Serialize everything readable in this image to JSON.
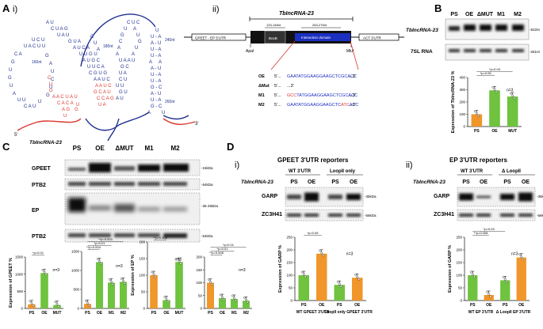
{
  "panels": {
    "A": "A",
    "A_i": "i)",
    "A_ii": "ii)",
    "B": "B",
    "C": "C",
    "D": "D",
    "D_i": "i)",
    "D_ii": "ii)"
  },
  "structure": {
    "labels": {
      "n160": "160nt",
      "n180": "180nt",
      "n240": "240nt",
      "n260": "260nt",
      "five": "5'",
      "three": "3'"
    }
  },
  "gene_map": {
    "title": "TbIncRNA-23",
    "gpeet": "GPEET - EP 5'UTR",
    "boxb": "BoxB",
    "boxb_range": "133-148nt",
    "interaction": "Interaction domain",
    "interaction_range": "263-276nt",
    "act": "ACT 3'UTR",
    "apai": "ApaI",
    "mlui": "MluI",
    "seqs": [
      {
        "label": "OE",
        "p5": "5'...",
        "seq": "GAATATGGAAGGAAGCTCGCACC",
        "p3": "...3'"
      },
      {
        "label": "ΔMut",
        "p5": "5'...",
        "seq": "",
        "p3": "...3'"
      },
      {
        "label": "M1",
        "p5": "5'...",
        "seq": "GCCTATGGAAGGAAGCTCGCACC",
        "p3": "...3'"
      },
      {
        "label": "M2",
        "p5": "5'...",
        "seq": "GAATATGGAAGGAAGCTCATCACC",
        "p3": "...3'"
      }
    ]
  },
  "panel_B": {
    "lanes": [
      "PS",
      "OE",
      "ΔMUT",
      "M1",
      "M2"
    ],
    "row1": "TbIncRNA-23",
    "row2": "7SL RNA",
    "size1": "-622nt",
    "size2": "-261nt",
    "chart_data": {
      "type": "bar",
      "categories": [
        "PS",
        "OE",
        "MUT"
      ],
      "values": [
        100,
        295,
        245
      ],
      "colors": [
        "#f0962a",
        "#6fc33f",
        "#6fc33f"
      ],
      "ylabel": "Expression of TbIncRNA-23 %",
      "ylim": [
        0,
        400
      ],
      "yticks": [
        0,
        100,
        200,
        300,
        400
      ],
      "n": "n=3",
      "sig": [
        "*p=0.05",
        "*p=0.03"
      ]
    }
  },
  "panel_C": {
    "title": "TbIncRNA-23",
    "lanes": [
      "PS",
      "OE",
      "ΔMUT",
      "M1",
      "M2"
    ],
    "rows": [
      "GPEET",
      "PTB2",
      "EP",
      "PTB2"
    ],
    "sizes": [
      "-15kDa",
      "-54kDa",
      "-35-45kDa",
      "-54kDa"
    ],
    "charts": [
      {
        "type": "bar",
        "categories": [
          "PS",
          "OE",
          "MUT"
        ],
        "values": [
          120,
          1030,
          100
        ],
        "colors": [
          "#f0962a",
          "#6fc33f",
          "#6fc33f"
        ],
        "ylabel": "Expression of GPEET %",
        "ylim": [
          0,
          1500
        ],
        "yticks": [
          0,
          500,
          1000,
          1500
        ],
        "n": "n=3",
        "sig": [
          "*p=0.01"
        ]
      },
      {
        "type": "bar",
        "categories": [
          "PS",
          "OE",
          "M1",
          "M2"
        ],
        "values": [
          120,
          1220,
          680,
          700
        ],
        "colors": [
          "#f0962a",
          "#6fc33f",
          "#6fc33f",
          "#6fc33f"
        ],
        "ylabel": "",
        "ylim": [
          0,
          1500
        ],
        "yticks": [
          0,
          500,
          1000,
          1500
        ],
        "n": "n=3",
        "sig": [
          "**p=0.004",
          "*p=0.01",
          "**p=0.003"
        ]
      },
      {
        "type": "bar",
        "categories": [
          "PS",
          "OE",
          "MUT"
        ],
        "values": [
          100,
          25,
          140
        ],
        "colors": [
          "#f0962a",
          "#6fc33f",
          "#6fc33f"
        ],
        "ylabel": "Expression of EP %",
        "ylim": [
          0,
          200
        ],
        "yticks": [
          0,
          50,
          100,
          150,
          200
        ],
        "n": "n=3",
        "sig": [
          "**p=0.009"
        ]
      },
      {
        "type": "bar",
        "categories": [
          "PS",
          "OE",
          "M1",
          "M2"
        ],
        "values": [
          100,
          40,
          37,
          30
        ],
        "colors": [
          "#f0962a",
          "#6fc33f",
          "#6fc33f",
          "#6fc33f"
        ],
        "ylabel": "",
        "ylim": [
          0,
          200
        ],
        "yticks": [
          0,
          50,
          100,
          150,
          200
        ],
        "n": "n=3",
        "sig": [
          "**p=0.008",
          "*p=0.01",
          "*p=0.01"
        ]
      }
    ]
  },
  "panel_D": {
    "i_title": "GPEET 3'UTR reporters",
    "ii_title": "EP 3'UTR reporters",
    "tb": "TbIncRNA-23",
    "i_groups": [
      "WT 3'UTR",
      "LoopII only"
    ],
    "ii_groups": [
      "WT 3'UTR",
      "Δ LoopII"
    ],
    "lanes": [
      "PS",
      "OE",
      "PS",
      "OE"
    ],
    "rows": [
      "GARP",
      "ZC3H41"
    ],
    "sizes_i": [
      "-35kDa",
      "-56kDa"
    ],
    "sizes_ii": [
      "-35kDa",
      "-56kDa"
    ],
    "charts": [
      {
        "type": "bar",
        "categories": [
          "PS",
          "OE",
          "PS",
          "OE"
        ],
        "values": [
          100,
          185,
          62,
          90
        ],
        "colors": [
          "#6fc33f",
          "#f0962a",
          "#6fc33f",
          "#f0962a"
        ],
        "ylabel": "Expression of GARP %",
        "ylim": [
          0,
          250
        ],
        "yticks": [
          0,
          50,
          100,
          150,
          200,
          250
        ],
        "n": "n=3",
        "sig": [
          "*p=0.05"
        ],
        "groups": [
          "WT GPEET 3'UTR",
          "LoopII only GPEET 3'UTR"
        ]
      },
      {
        "type": "bar",
        "categories": [
          "PS",
          "OE",
          "PS",
          "OE"
        ],
        "values": [
          100,
          22,
          80,
          170
        ],
        "colors": [
          "#6fc33f",
          "#f0962a",
          "#6fc33f",
          "#f0962a"
        ],
        "ylabel": "Expression of GARP %",
        "ylim": [
          0,
          250
        ],
        "yticks": [
          0,
          50,
          100,
          150,
          200,
          250
        ],
        "n": "n=3",
        "sig": [
          "**p=0.008",
          "*p=0.03"
        ],
        "groups": [
          "WT EP 3'UTR",
          "Δ LoopII EP 3'UTR"
        ]
      }
    ]
  }
}
